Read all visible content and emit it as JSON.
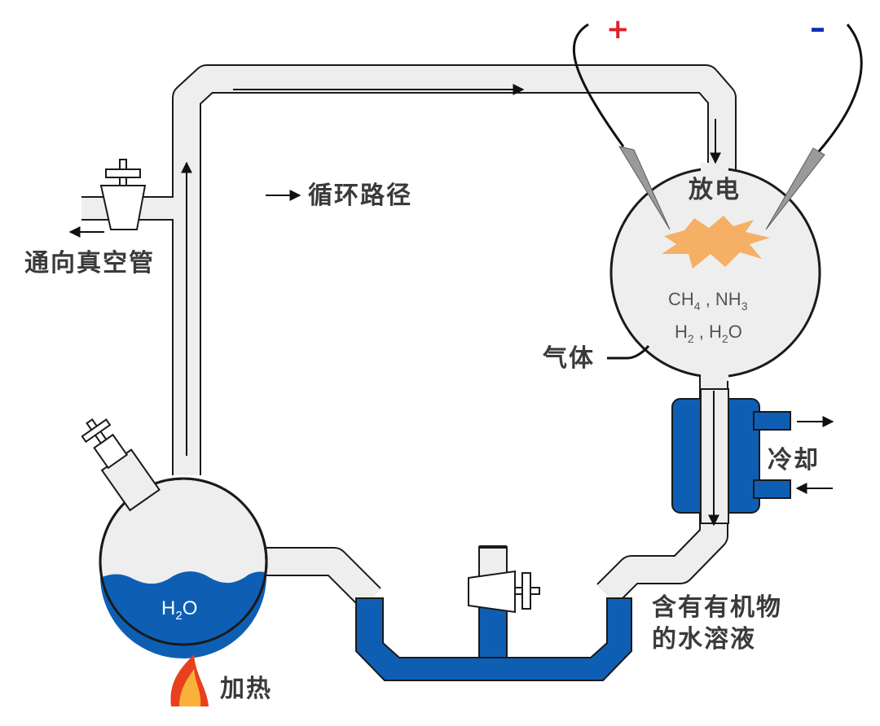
{
  "labels": {
    "discharge": "放电",
    "gas": "气体",
    "cooling": "冷却",
    "vacuum": "通向真空管",
    "cycle": "循环路径",
    "heating": "加热",
    "solution_line1": "含有有机物",
    "solution_line2": "的水溶液",
    "plus": "+",
    "minus": "–"
  },
  "formulas": {
    "gases_line1": [
      "CH",
      "4",
      " , NH",
      "3"
    ],
    "gases_line2": [
      "H",
      "2",
      " , H",
      "2",
      "O"
    ],
    "water": [
      "H",
      "2",
      "O"
    ]
  },
  "colors": {
    "tube_fill": "#eeeeee",
    "outline": "#1a1a1a",
    "water": "#0e5fb4",
    "spark": "#f5b066",
    "plus": "#e0202a",
    "minus": "#1030b0",
    "electrode": "#9a9a9a",
    "flame_outer": "#e8401c",
    "flame_inner": "#f9b13a"
  },
  "icons": [
    "arrow-right-icon",
    "flame-icon",
    "spark-icon",
    "stopcock-icon",
    "electrode-icon"
  ]
}
